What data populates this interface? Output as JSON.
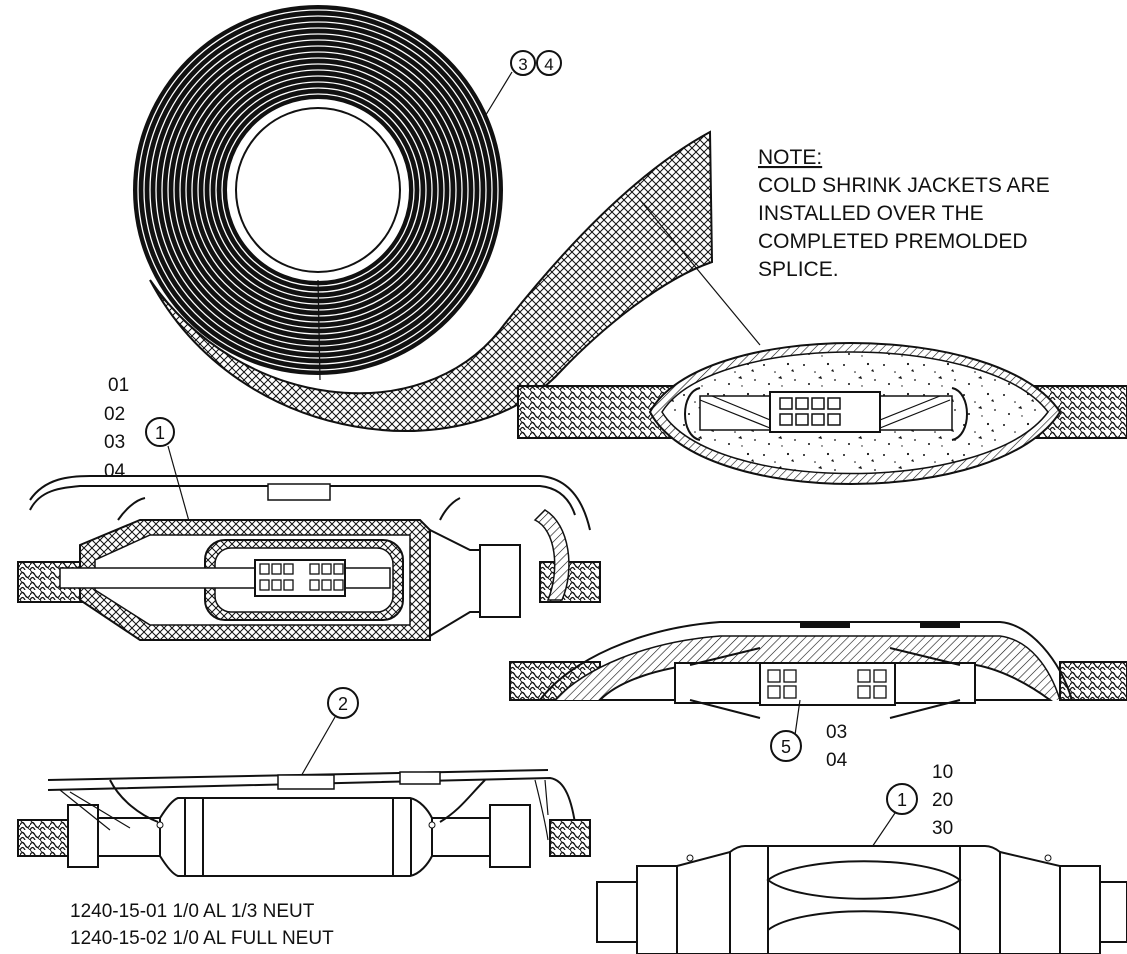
{
  "callouts": {
    "tape_a": "3",
    "tape_b": "4",
    "kit_body_top": "1",
    "kit_shell": "2",
    "connector": "5",
    "kit_body_bottom": "1"
  },
  "note": {
    "title": "NOTE:",
    "lines": [
      "COLD SHRINK JACKETS ARE",
      "INSTALLED OVER THE",
      "COMPLETED PREMOLDED",
      "SPLICE."
    ]
  },
  "suffix_lists": {
    "top_left": [
      "01",
      "02",
      "03",
      "04"
    ],
    "connector": [
      "03",
      "04"
    ],
    "bottom_right": [
      "10",
      "20",
      "30"
    ]
  },
  "part_list": [
    "1240-15-01 1/0 AL 1/3 NEUT",
    "1240-15-02 1/0 AL FULL NEUT"
  ],
  "colors": {
    "line": "#111111",
    "background": "#ffffff"
  }
}
